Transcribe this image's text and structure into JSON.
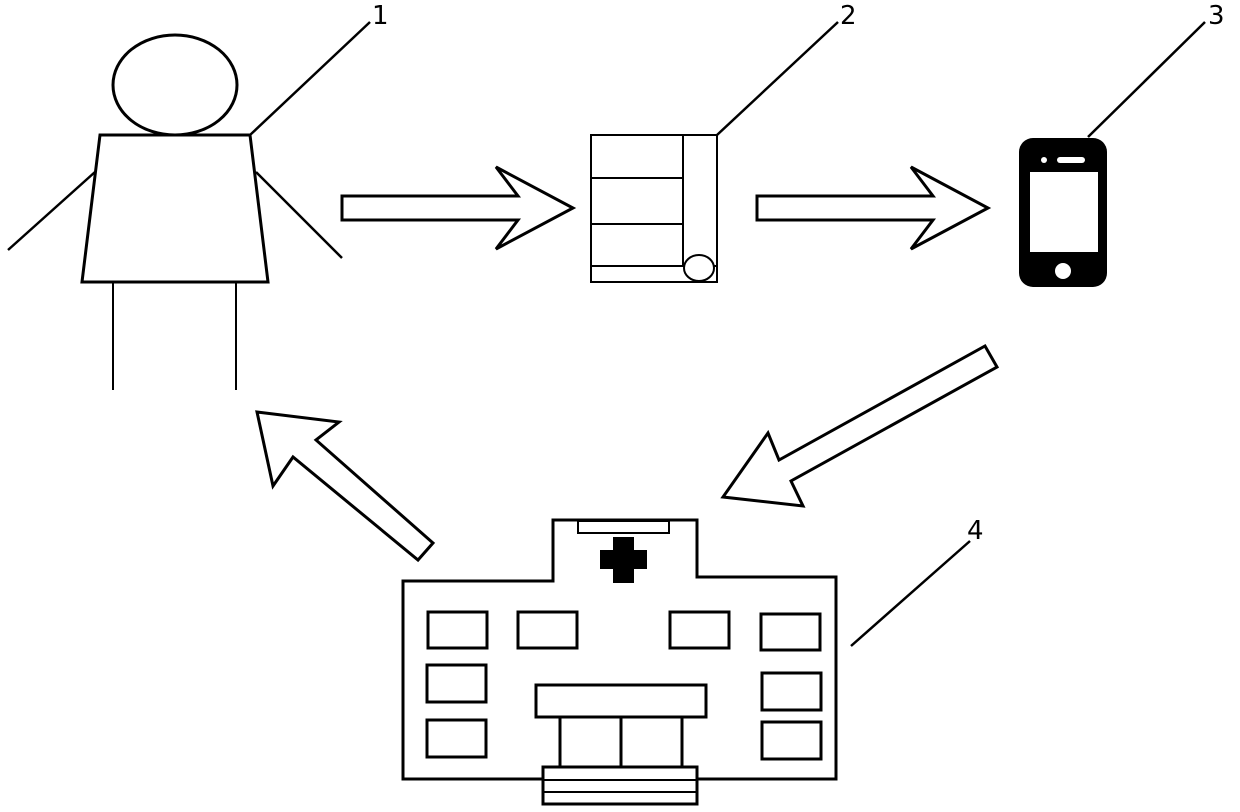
{
  "labels": {
    "person": "1",
    "device": "2",
    "phone": "3",
    "hospital": "4"
  },
  "colors": {
    "stroke": "#000000",
    "background": "#ffffff"
  },
  "icons": [
    "person-icon",
    "monitoring-device-icon",
    "smartphone-icon",
    "hospital-icon",
    "medical-cross-icon"
  ]
}
